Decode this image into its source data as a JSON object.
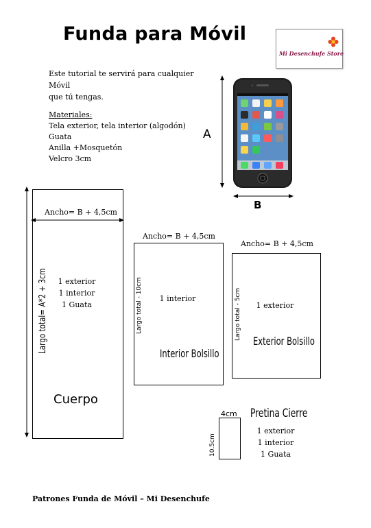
{
  "title": "Funda para Móvil",
  "logo": {
    "text": "Mi Desenchufe Store"
  },
  "intro": [
    "Este tutorial te servirá para cualquier Móvil",
    "que tú tengas."
  ],
  "materials": {
    "heading": "Materiales:",
    "items": [
      "Tela exterior, tela interior (algodón)",
      "Guata",
      "Anilla +Mosquetón",
      "Velcro 3cm"
    ]
  },
  "phone": {
    "label_a": "A",
    "label_b": "B"
  },
  "pieces": {
    "cuerpo": {
      "width_label": "Ancho= B + 4,5cm",
      "length_label": "Largo total= A*2 + 3cm",
      "lines": [
        "1 exterior",
        "1 interior",
        "1 Guata"
      ],
      "name": "Cuerpo"
    },
    "interior_bolsillo": {
      "width_label": "Ancho= B + 4,5cm",
      "length_label": "Largo total - 10cm",
      "lines": [
        "1 interior"
      ],
      "name": "Interior Bolsillo"
    },
    "exterior_bolsillo": {
      "width_label": "Ancho= B + 4,5cm",
      "length_label": "Largo total - 5cm",
      "lines": [
        "1 exterior"
      ],
      "name": "Exterior Bolsillo"
    },
    "pretina": {
      "width_label": "4cm",
      "length_label": "10.5cm",
      "name": "Pretina Cierre",
      "lines": [
        "1 exterior",
        "1 interior",
        "1 Guata"
      ]
    }
  },
  "footer": "Patrones Funda de Móvil – Mi Desenchufe"
}
